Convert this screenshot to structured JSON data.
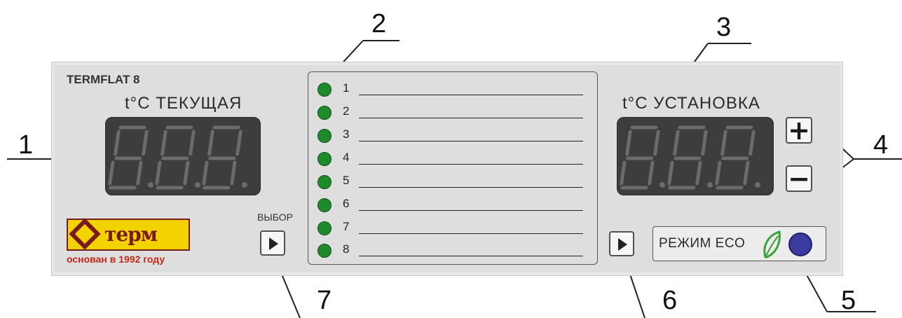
{
  "callouts": [
    "1",
    "2",
    "3",
    "4",
    "5",
    "6",
    "7"
  ],
  "panel": {
    "model": "TERMFLAT 8",
    "current_label": "t°C ТЕКУЩАЯ",
    "set_label": "t°C УСТАНОВКА",
    "select_label": "ВЫБОР",
    "eco_label": "РЕЖИМ ECO",
    "plus": "+",
    "minus": "−"
  },
  "logo": {
    "brand": "терм",
    "tagline": "основан в 1992 году"
  },
  "zones": [
    {
      "num": "1"
    },
    {
      "num": "2"
    },
    {
      "num": "3"
    },
    {
      "num": "4"
    },
    {
      "num": "5"
    },
    {
      "num": "6"
    },
    {
      "num": "7"
    },
    {
      "num": "8"
    }
  ],
  "colors": {
    "panel": "#dedede",
    "display": "#3d3d3d",
    "segment": "#6b6b6b",
    "zone_led": "#1f8a2a",
    "eco_led": "#3a3aa0",
    "leaf": "#3aa03a",
    "logo_yellow": "#f2d300",
    "logo_red": "#7a1b1b"
  }
}
